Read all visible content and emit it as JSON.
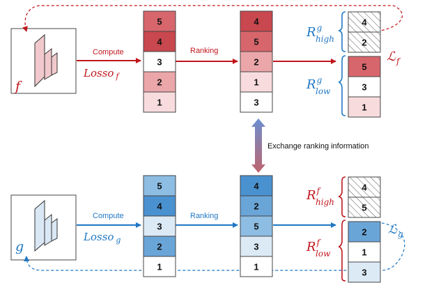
{
  "colors": {
    "red": "#c0161c",
    "blue": "#1f77c4",
    "grid": "#444444"
  },
  "top": {
    "model_label": "f",
    "compute_label": "Compute",
    "loss_main": "Losso",
    "loss_sub": "f",
    "ranking_label": "Ranking",
    "col1": [
      {
        "v": "5",
        "fill": "#d7666c"
      },
      {
        "v": "4",
        "fill": "#c9474e"
      },
      {
        "v": "3",
        "fill": "#ffffff"
      },
      {
        "v": "2",
        "fill": "#eba6a9"
      },
      {
        "v": "1",
        "fill": "#f8dcdd"
      }
    ],
    "col2": [
      {
        "v": "4",
        "fill": "#c9474e"
      },
      {
        "v": "5",
        "fill": "#d7666c"
      },
      {
        "v": "2",
        "fill": "#eba6a9"
      },
      {
        "v": "1",
        "fill": "#f8dcdd"
      },
      {
        "v": "3",
        "fill": "#ffffff"
      }
    ],
    "col3": [
      {
        "v": "4",
        "fill": "hatch"
      },
      {
        "v": "2",
        "fill": "hatch"
      },
      {
        "v": "5",
        "fill": "#d7666c"
      },
      {
        "v": "3",
        "fill": "#ffffff"
      },
      {
        "v": "1",
        "fill": "#f8dcdd"
      }
    ],
    "r_high": {
      "letter": "R",
      "sup": "g",
      "sub": "high"
    },
    "r_low": {
      "letter": "R",
      "sup": "g",
      "sub": "low"
    },
    "loss_script": "ℒ",
    "loss_script_sub": "f"
  },
  "bottom": {
    "model_label": "g",
    "compute_label": "Compute",
    "loss_main": "Losso",
    "loss_sub": "g",
    "ranking_label": "Ranking",
    "col1": [
      {
        "v": "5",
        "fill": "#8dbde3"
      },
      {
        "v": "4",
        "fill": "#4a91d0"
      },
      {
        "v": "3",
        "fill": "#dceaf6"
      },
      {
        "v": "2",
        "fill": "#6aa5d8"
      },
      {
        "v": "1",
        "fill": "#ffffff"
      }
    ],
    "col2": [
      {
        "v": "4",
        "fill": "#4a91d0"
      },
      {
        "v": "2",
        "fill": "#6aa5d8"
      },
      {
        "v": "5",
        "fill": "#8dbde3"
      },
      {
        "v": "3",
        "fill": "#dceaf6"
      },
      {
        "v": "1",
        "fill": "#ffffff"
      }
    ],
    "col3": [
      {
        "v": "4",
        "fill": "hatch"
      },
      {
        "v": "5",
        "fill": "hatch"
      },
      {
        "v": "2",
        "fill": "#6aa5d8"
      },
      {
        "v": "1",
        "fill": "#ffffff"
      },
      {
        "v": "3",
        "fill": "#dceaf6"
      }
    ],
    "r_high": {
      "letter": "R",
      "sup": "f",
      "sub": "high"
    },
    "r_low": {
      "letter": "R",
      "sup": "f",
      "sub": "low"
    },
    "loss_script": "ℒ",
    "loss_script_sub": "g"
  },
  "exchange_label": "Exchange ranking information"
}
